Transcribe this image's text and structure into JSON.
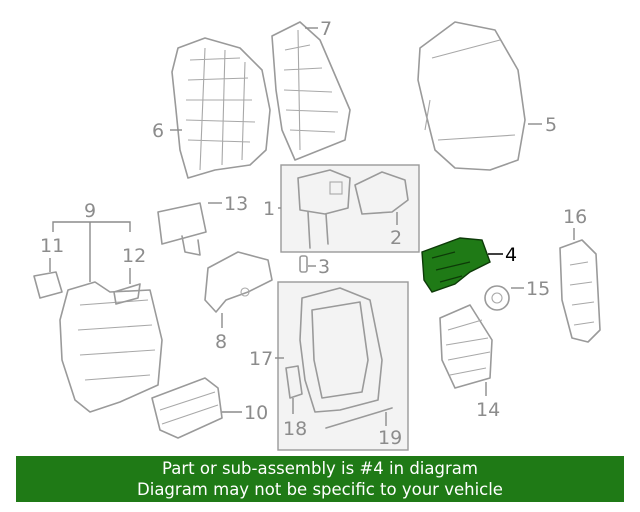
{
  "callouts": {
    "p1": "1",
    "p2": "2",
    "p3": "3",
    "p4": "4",
    "p5": "5",
    "p6": "6",
    "p7": "7",
    "p8": "8",
    "p9": "9",
    "p10": "10",
    "p11": "11",
    "p12": "12",
    "p13": "13",
    "p14": "14",
    "p15": "15",
    "p16": "16",
    "p17": "17",
    "p18": "18",
    "p19": "19"
  },
  "highlight": {
    "part_number": "4",
    "color": "#1f7a16"
  },
  "footer": {
    "line1": "Part or sub-assembly is #4 in diagram",
    "line2": "Diagram may not be specific to your vehicle",
    "background": "#1f7a16"
  }
}
